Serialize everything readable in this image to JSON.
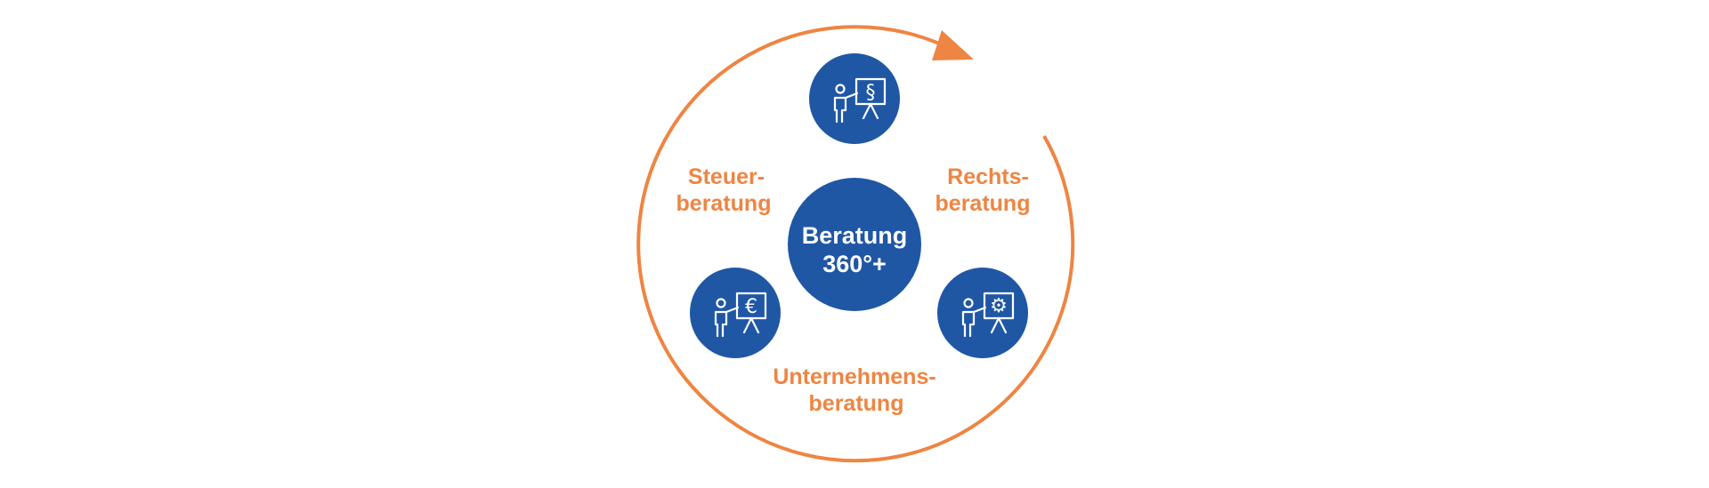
{
  "colors": {
    "orange": "#EE8542",
    "blue": "#1F57A5",
    "background": "#FFFFFF",
    "icon_line": "#FFFFFF"
  },
  "center": {
    "line1": "Beratung",
    "line2": "360°+"
  },
  "segments": {
    "steuer": {
      "line1": "Steuer-",
      "line2": "beratung"
    },
    "rechts": {
      "line1": "Rechts-",
      "line2": "beratung"
    },
    "unternehmen": {
      "line1": "Unternehmens-",
      "line2": "beratung"
    }
  },
  "nodes": {
    "top": {
      "icon": "presenter-paragraph-icon",
      "symbol": "§"
    },
    "left": {
      "icon": "presenter-euro-icon",
      "symbol": "€"
    },
    "right": {
      "icon": "presenter-gear-icon",
      "symbol": "⚙"
    }
  }
}
